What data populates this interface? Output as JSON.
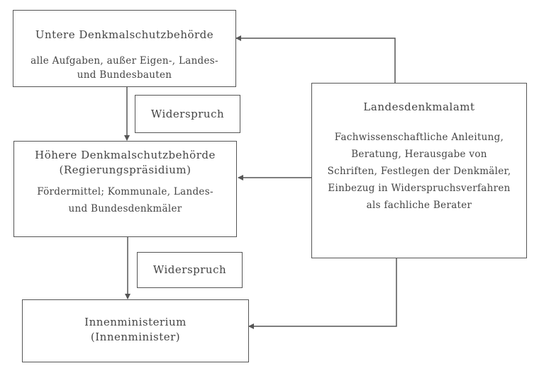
{
  "boxes": {
    "untere": {
      "title": "Untere Denkmalschutzbehörde",
      "lines": [
        "alle Aufgaben, außer Eigen-, Landes-",
        "und Bundesbauten"
      ]
    },
    "widerspruch1": {
      "label": "Widerspruch"
    },
    "hoehere": {
      "title": "Höhere Denkmalschutzbehörde",
      "subtitle": "(Regierungspräsidium)",
      "lines": [
        "Fördermittel; Kommunale, Landes-",
        "und Bundesdenkmäler"
      ]
    },
    "widerspruch2": {
      "label": "Widerspruch"
    },
    "innen": {
      "title": "Innenministerium",
      "subtitle": "(Innenminister)"
    },
    "landes": {
      "title": "Landesdenkmalamt",
      "lines": [
        "Fachwissenschaftliche Anleitung,",
        "Beratung, Herausgabe von",
        "Schriften, Festlegen der Denkmäler,",
        "Einbezug in Widerspruchsverfahren",
        "als fachliche Berater"
      ]
    }
  }
}
